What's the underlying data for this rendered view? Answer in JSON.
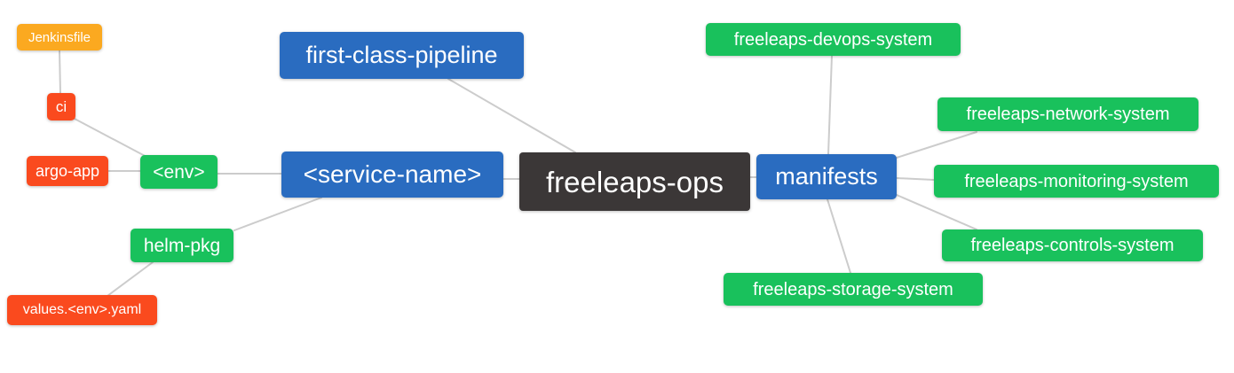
{
  "diagram": {
    "type": "mindmap",
    "root_label": "freeleaps-ops",
    "palette": {
      "orange": "#fba920",
      "red": "#fa4a1e",
      "green": "#19c15c",
      "blue": "#2a6cc0",
      "dark": "#3b3737",
      "edge": "#cccccc",
      "text": "#ffffff"
    },
    "nodes": {
      "jenkinsfile": {
        "label": "Jenkinsfile",
        "color": "orange"
      },
      "ci": {
        "label": "ci",
        "color": "red"
      },
      "argo_app": {
        "label": "argo-app",
        "color": "red"
      },
      "env": {
        "label": "<env>",
        "color": "green"
      },
      "helm_pkg": {
        "label": "helm-pkg",
        "color": "green"
      },
      "values_env_yaml": {
        "label": "values.<env>.yaml",
        "color": "red"
      },
      "first_class_pipeline": {
        "label": "first-class-pipeline",
        "color": "blue"
      },
      "service_name": {
        "label": "<service-name>",
        "color": "blue"
      },
      "freeleaps_ops": {
        "label": "freeleaps-ops",
        "color": "dark"
      },
      "manifests": {
        "label": "manifests",
        "color": "blue"
      },
      "devops_system": {
        "label": "freeleaps-devops-system",
        "color": "green"
      },
      "network_system": {
        "label": "freeleaps-network-system",
        "color": "green"
      },
      "monitoring_system": {
        "label": "freeleaps-monitoring-system",
        "color": "green"
      },
      "controls_system": {
        "label": "freeleaps-controls-system",
        "color": "green"
      },
      "storage_system": {
        "label": "freeleaps-storage-system",
        "color": "green"
      }
    },
    "edges": [
      {
        "from": "jenkinsfile",
        "to": "ci"
      },
      {
        "from": "ci",
        "to": "env"
      },
      {
        "from": "argo_app",
        "to": "env"
      },
      {
        "from": "env",
        "to": "service_name"
      },
      {
        "from": "helm_pkg",
        "to": "service_name"
      },
      {
        "from": "helm_pkg",
        "to": "values_env_yaml"
      },
      {
        "from": "first_class_pipeline",
        "to": "freeleaps_ops"
      },
      {
        "from": "service_name",
        "to": "freeleaps_ops"
      },
      {
        "from": "freeleaps_ops",
        "to": "manifests"
      },
      {
        "from": "manifests",
        "to": "devops_system"
      },
      {
        "from": "manifests",
        "to": "network_system"
      },
      {
        "from": "manifests",
        "to": "monitoring_system"
      },
      {
        "from": "manifests",
        "to": "controls_system"
      },
      {
        "from": "manifests",
        "to": "storage_system"
      }
    ]
  }
}
